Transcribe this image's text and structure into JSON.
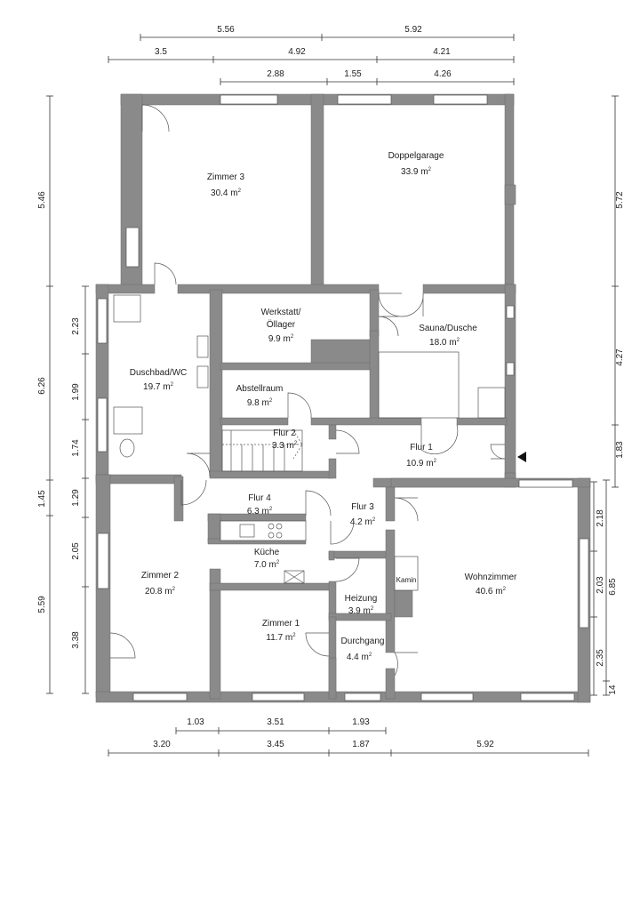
{
  "colors": {
    "wall": "#8a8a8a",
    "dimension_line": "#333333",
    "text": "#222222"
  },
  "dimensions": {
    "top": [
      [
        "5.56",
        "5.92"
      ],
      [
        "3.5",
        "4.92",
        "4.21"
      ],
      [
        "2.88",
        "1.55",
        "4.26"
      ]
    ],
    "bottom": [
      [
        "1.03",
        "3.51",
        "1.93"
      ],
      [
        "3.20",
        "3.45",
        "1.87",
        "5.92"
      ]
    ],
    "left": [
      [
        "5.46",
        "6.26",
        "1.45",
        "5.59"
      ],
      [
        "2.23",
        "1.99",
        "1.74",
        "1.29",
        "2.05",
        "3.38"
      ]
    ],
    "right": [
      [
        "5.72",
        "4.27",
        "1.83"
      ],
      [
        "6.85",
        "14"
      ],
      [
        "2.18",
        "2.03",
        "2.35"
      ]
    ]
  },
  "rooms": [
    {
      "name": "Zimmer 3",
      "area": "30.4 m",
      "sup": "2"
    },
    {
      "name": "Doppelgarage",
      "area": "33.9 m",
      "sup": "2"
    },
    {
      "name": "Werkstatt/",
      "name2": "Öllager",
      "area": "9.9 m",
      "sup": "2"
    },
    {
      "name": "Sauna/Dusche",
      "area": "18.0 m",
      "sup": "2"
    },
    {
      "name": "Duschbad/WC",
      "area": "19.7 m",
      "sup": "2"
    },
    {
      "name": "Abstellraum",
      "area": "9.8 m",
      "sup": "2"
    },
    {
      "name": "Flur 2",
      "area": "3.3 m",
      "sup": "2"
    },
    {
      "name": "Flur 1",
      "area": "10.9 m",
      "sup": "2"
    },
    {
      "name": "Flur 4",
      "area": "6.3 m",
      "sup": "2"
    },
    {
      "name": "Flur 3",
      "area": "4.2 m",
      "sup": "2"
    },
    {
      "name": "Küche",
      "area": "7.0 m",
      "sup": "2"
    },
    {
      "name": "Zimmer 2",
      "area": "20.8 m",
      "sup": "2"
    },
    {
      "name": "Wohnzimmer",
      "area": "40.6 m",
      "sup": "2"
    },
    {
      "name": "Heizung",
      "area": "3.9 m",
      "sup": "2"
    },
    {
      "name": "Zimmer 1",
      "area": "11.7 m",
      "sup": "2"
    },
    {
      "name": "Durchgang",
      "area": "4.4 m",
      "sup": "2"
    }
  ],
  "fixtures": {
    "fireplace": "Kamin"
  }
}
